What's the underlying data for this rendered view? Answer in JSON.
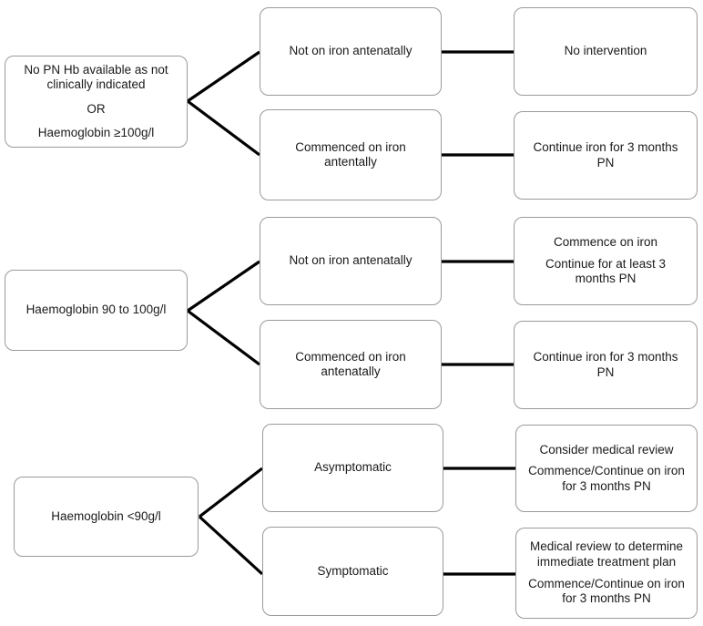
{
  "diagram": {
    "type": "flowchart",
    "orientation": "left-to-right",
    "columns": [
      "condition",
      "branch",
      "action"
    ],
    "background_color": "#ffffff",
    "box_border_color": "#9a9a9a",
    "connector_color": "#000000",
    "text_color": "#1a1a1a"
  },
  "nodes": {
    "cond1": {
      "paras": [
        [
          "No PN Hb available as not",
          "clinically indicated"
        ],
        [
          "OR"
        ],
        [
          "Haemoglobin ≥100g/l"
        ]
      ]
    },
    "cond2": {
      "paras": [
        [
          "Haemoglobin 90 to 100g/l"
        ]
      ]
    },
    "cond3": {
      "paras": [
        [
          "Haemoglobin <90g/l"
        ]
      ]
    },
    "branch1a": {
      "paras": [
        [
          "Not on iron antenatally"
        ]
      ]
    },
    "branch1b": {
      "paras": [
        [
          "Commenced on iron",
          "antentally"
        ]
      ]
    },
    "branch2a": {
      "paras": [
        [
          "Not on iron antenatally"
        ]
      ]
    },
    "branch2b": {
      "paras": [
        [
          "Commenced on iron",
          "antenatally"
        ]
      ]
    },
    "branch3a": {
      "paras": [
        [
          "Asymptomatic"
        ]
      ]
    },
    "branch3b": {
      "paras": [
        [
          "Symptomatic"
        ]
      ]
    },
    "action1a": {
      "paras": [
        [
          "No intervention"
        ]
      ]
    },
    "action1b": {
      "paras": [
        [
          "Continue iron for 3 months",
          "PN"
        ]
      ]
    },
    "action2a": {
      "paras": [
        [
          "Commence on iron"
        ],
        [
          "Continue for at least 3",
          "months PN"
        ]
      ]
    },
    "action2b": {
      "paras": [
        [
          "Continue iron for 3 months",
          "PN"
        ]
      ]
    },
    "action3a": {
      "paras": [
        [
          "Consider medical review"
        ],
        [
          "Commence/Continue on iron",
          "for 3 months PN"
        ]
      ]
    },
    "action3b": {
      "paras": [
        [
          "Medical review to determine",
          "immediate treatment plan"
        ],
        [
          "Commence/Continue on iron",
          "for 3 months PN"
        ]
      ]
    }
  }
}
